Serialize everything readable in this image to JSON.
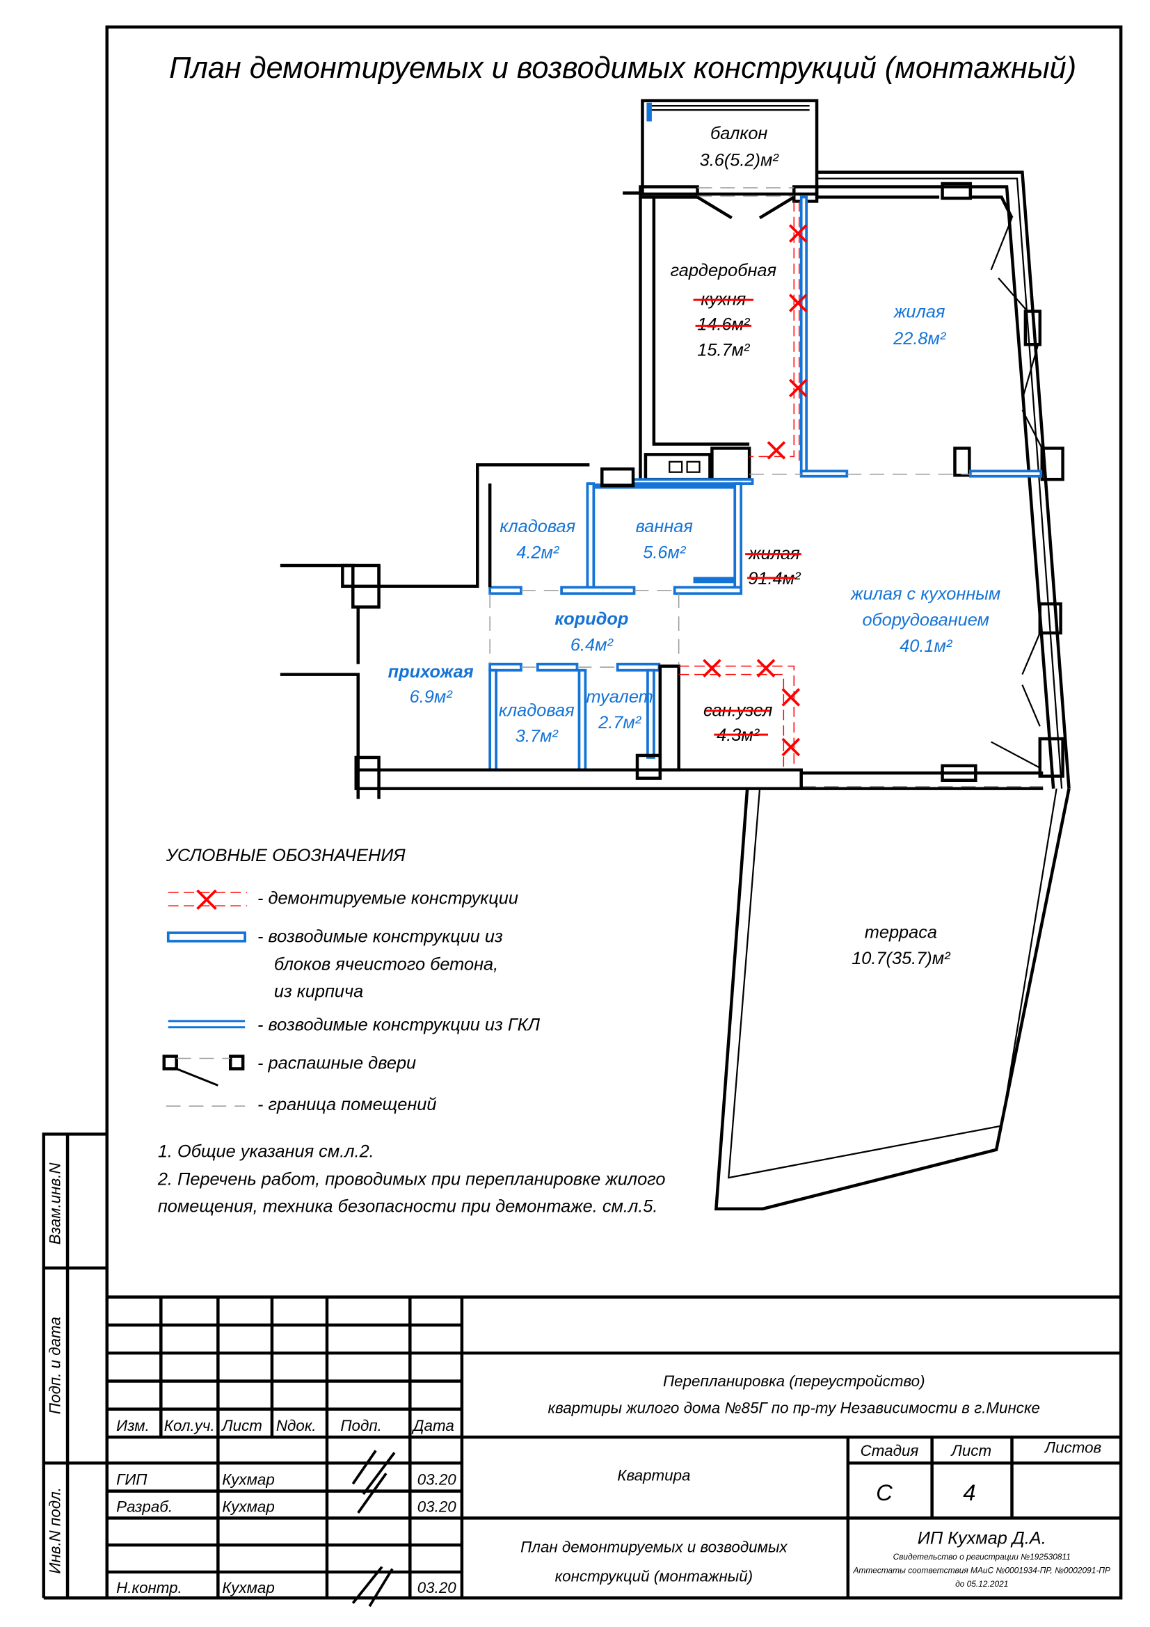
{
  "title": "План демонтируемых и возводимых конструкций (монтажный)",
  "rooms": {
    "balcony": {
      "name": "балкон",
      "area": "3.6(5.2)м²"
    },
    "wardrobe": {
      "name": "гардеробная",
      "old_name": "кухня",
      "old_area": "14.6м²",
      "area": "15.7м²"
    },
    "living1": {
      "name": "жилая",
      "area": "22.8м²"
    },
    "storage1": {
      "name": "кладовая",
      "area": "4.2м²"
    },
    "bath": {
      "name": "ванная",
      "area": "5.6м²"
    },
    "old_living": {
      "name": "жилая",
      "area": "91.4м²"
    },
    "living_kitchen": {
      "name1": "жилая с кухонным",
      "name2": "оборудованием",
      "area": "40.1м²"
    },
    "corridor": {
      "name": "коридор",
      "area": "6.4м²"
    },
    "hall": {
      "name": "прихожая",
      "area": "6.9м²"
    },
    "storage2": {
      "name": "кладовая",
      "area": "3.7м²"
    },
    "toilet": {
      "name": "туалет",
      "area": "2.7м²"
    },
    "old_wc": {
      "name": "сан.узел",
      "area": "4.3м²"
    },
    "terrace": {
      "name": "терраса",
      "area": "10.7(35.7)м²"
    }
  },
  "legend": {
    "title": "УСЛОВНЫЕ ОБОЗНАЧЕНИЯ",
    "items": [
      "- демонтируемые конструкции",
      "- возводимые конструкции из",
      "блоков ячеистого бетона,",
      "из кирпича",
      "- возводимые конструкции из ГКЛ",
      "- распашные двери",
      "- граница помещений"
    ]
  },
  "notes": [
    "1. Общие указания см.л.2.",
    "2. Перечень работ, проводимых при перепланировке жилого",
    "помещения, техника безопасности при демонтаже. см.л.5."
  ],
  "side_strip": [
    "Взам.инв.N",
    "Подп. и дата",
    "Инв.N подл."
  ],
  "title_block": {
    "headers": [
      "Изм.",
      "Кол.уч.",
      "Лист",
      "Nдок.",
      "Подп.",
      "Дата"
    ],
    "people": [
      {
        "role": "ГИП",
        "name": "Кухмар",
        "date": "03.20"
      },
      {
        "role": "Разраб.",
        "name": "Кухмар",
        "date": "03.20"
      },
      {
        "role": "Н.контр.",
        "name": "Кухмар",
        "date": "03.20"
      }
    ],
    "project_line1": "Перепланировка (переустройство)",
    "project_line2": "квартиры жилого дома №85Г по пр-ту Независимости в г.Минске",
    "object": "Квартира",
    "stage_label": "Стадия",
    "sheet_label": "Лист",
    "sheets_label": "Листов",
    "stage": "С",
    "sheet": "4",
    "drawing_line1": "План демонтируемых и возводимых",
    "drawing_line2": "конструкций (монтажный)",
    "company": "ИП Кухмар Д.А.",
    "cert1": "Свидетельство о регистрации №192530811",
    "cert2": "Аттестаты соответствия МАиС №0001934-ПР, №0002091-ПР",
    "cert3": "до 05.12.2021"
  }
}
